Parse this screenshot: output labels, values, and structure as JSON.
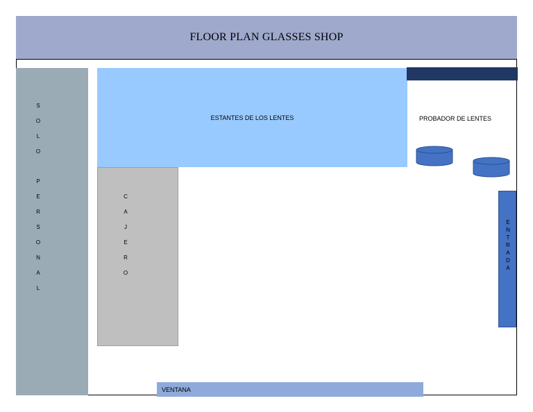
{
  "title": "FLOOR PLAN GLASSES SHOP",
  "zones": {
    "staff_only": {
      "word1_letters": [
        "S",
        "O",
        "L",
        "O"
      ],
      "word2_letters": [
        "P",
        "E",
        "R",
        "S",
        "O",
        "N",
        "A",
        "L"
      ]
    },
    "lens_shelves": {
      "label": "ESTANTES DE LOS LENTES"
    },
    "cashier": {
      "letters": [
        "C",
        "A",
        "J",
        "E",
        "R",
        "O"
      ]
    },
    "fitting_area": {
      "label": "PROBADOR DE LENTES"
    },
    "entrance": {
      "letters": [
        "E",
        "N",
        "T",
        "R",
        "A",
        "D",
        "A"
      ]
    },
    "window": {
      "label": "VENTANA"
    }
  },
  "colors": {
    "title_bar": "#9ea9cc",
    "staff_zone": "#9aabb6",
    "lens_shelves": "#99caff",
    "cashier": "#bfbfbf",
    "dark_bar": "#203864",
    "entrance": "#4472c4",
    "window": "#8eaadb",
    "stool_fill": "#4472c4",
    "stool_stroke": "#2f528f"
  }
}
